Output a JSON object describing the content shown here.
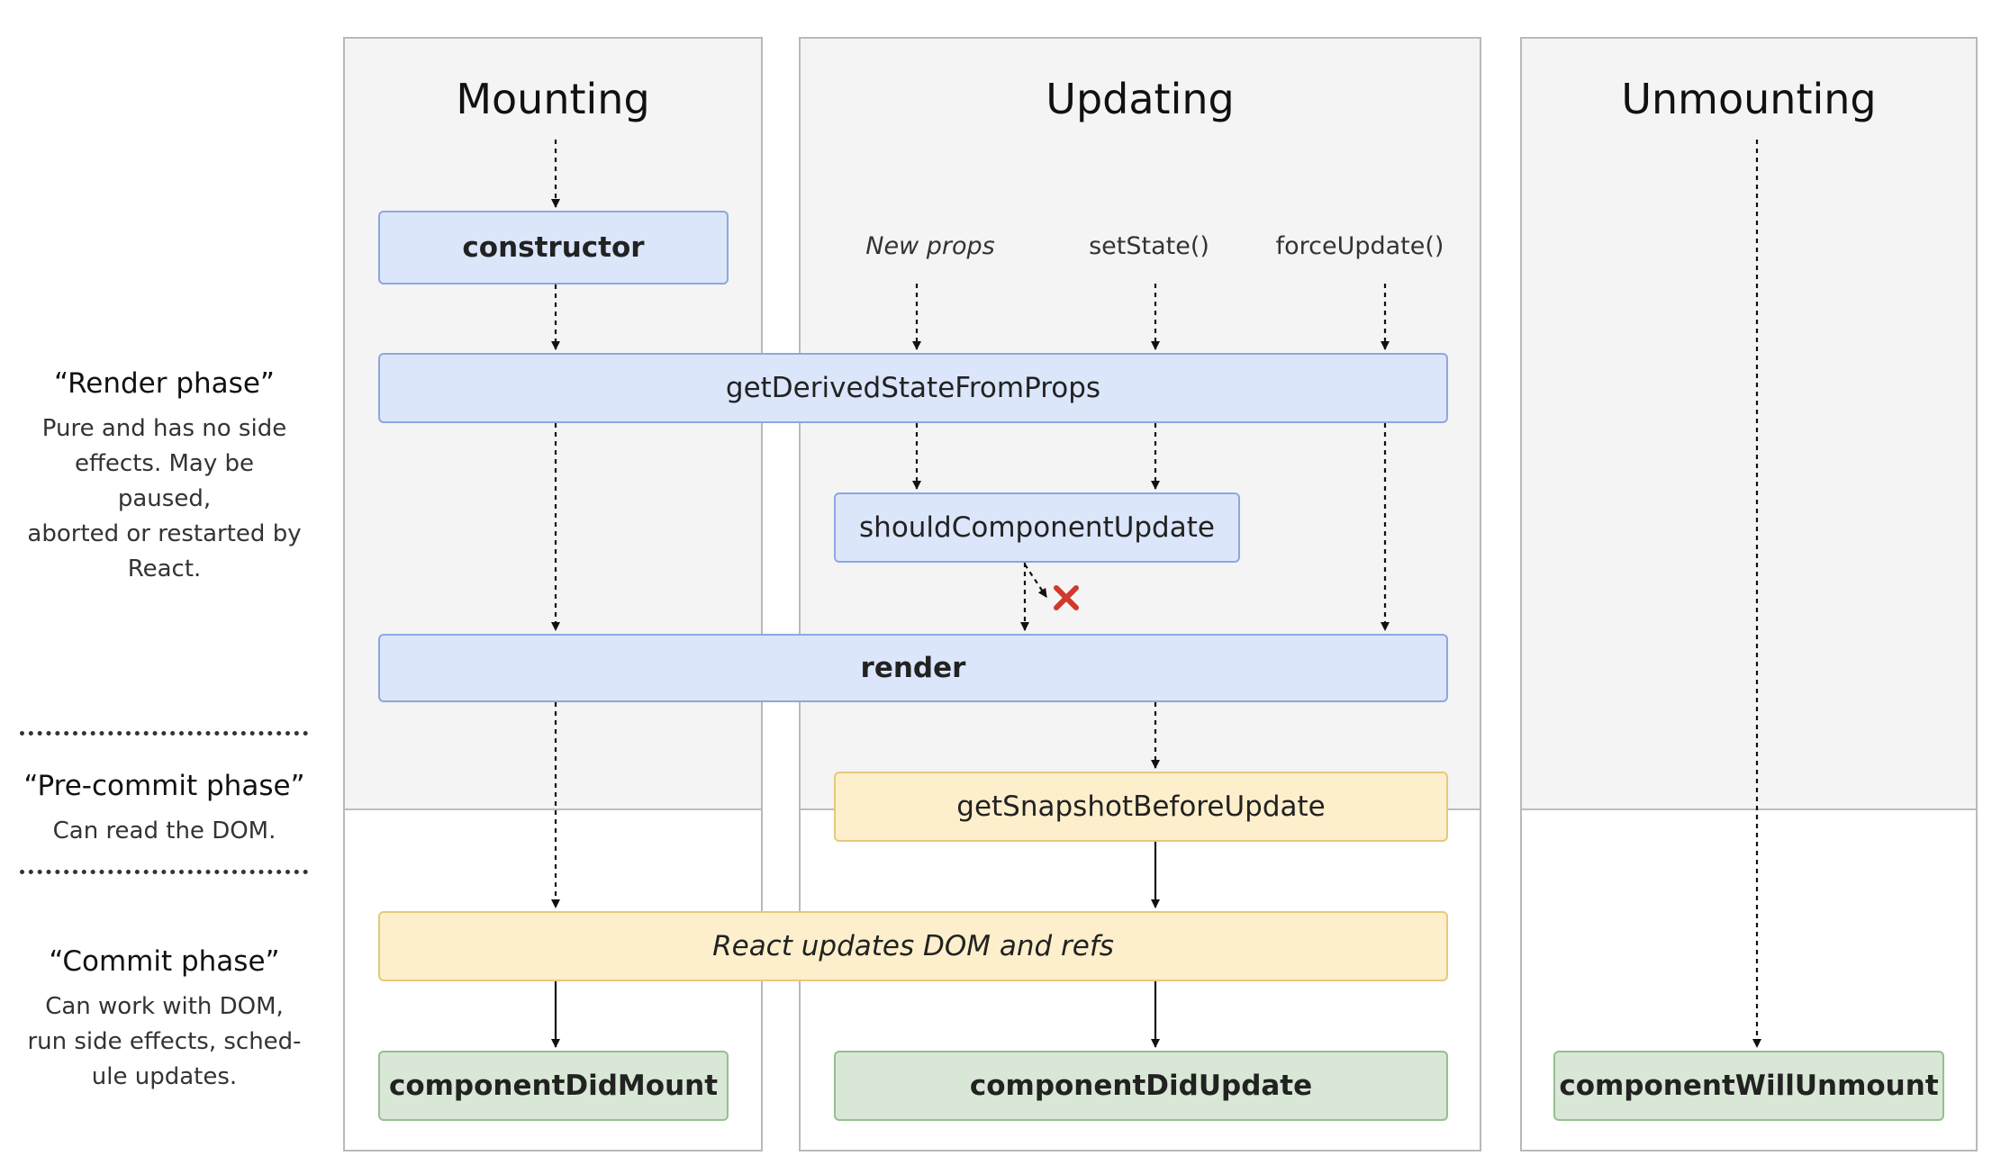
{
  "columns": {
    "mounting": "Mounting",
    "updating": "Updating",
    "unmounting": "Unmounting"
  },
  "triggers": {
    "new_props": "New props",
    "set_state": "setState()",
    "force_update": "forceUpdate()"
  },
  "methods": {
    "constructor": "constructor",
    "get_derived_state": "getDerivedStateFromProps",
    "should_component_update": "shouldComponentUpdate",
    "render": "render",
    "get_snapshot": "getSnapshotBeforeUpdate",
    "react_updates": "React updates DOM and refs",
    "component_did_mount": "componentDidMount",
    "component_did_update": "componentDidUpdate",
    "component_will_unmount": "componentWillUnmount"
  },
  "phases": {
    "render": {
      "title": "“Render phase”",
      "desc_lines": [
        "Pure and has no side",
        "effects. May be paused,",
        "aborted or restarted by",
        "React."
      ]
    },
    "precommit": {
      "title": "“Pre-commit phase”",
      "desc_lines": [
        "Can read the DOM."
      ]
    },
    "commit": {
      "title": "“Commit phase”",
      "desc_lines": [
        "Can work with DOM,",
        "run side effects, sched-",
        "ule updates."
      ]
    }
  },
  "colors": {
    "blue_fill": "#dbe6fb",
    "blue_border": "#8ea7de",
    "yellow_fill": "#fdefcb",
    "yellow_border": "#e6c97a",
    "green_fill": "#d9e8d6",
    "green_border": "#95c08e",
    "column_bg": "#f4f4f4",
    "reject_mark": "#d0392b"
  },
  "icons": {
    "reject": "x-mark-icon"
  }
}
